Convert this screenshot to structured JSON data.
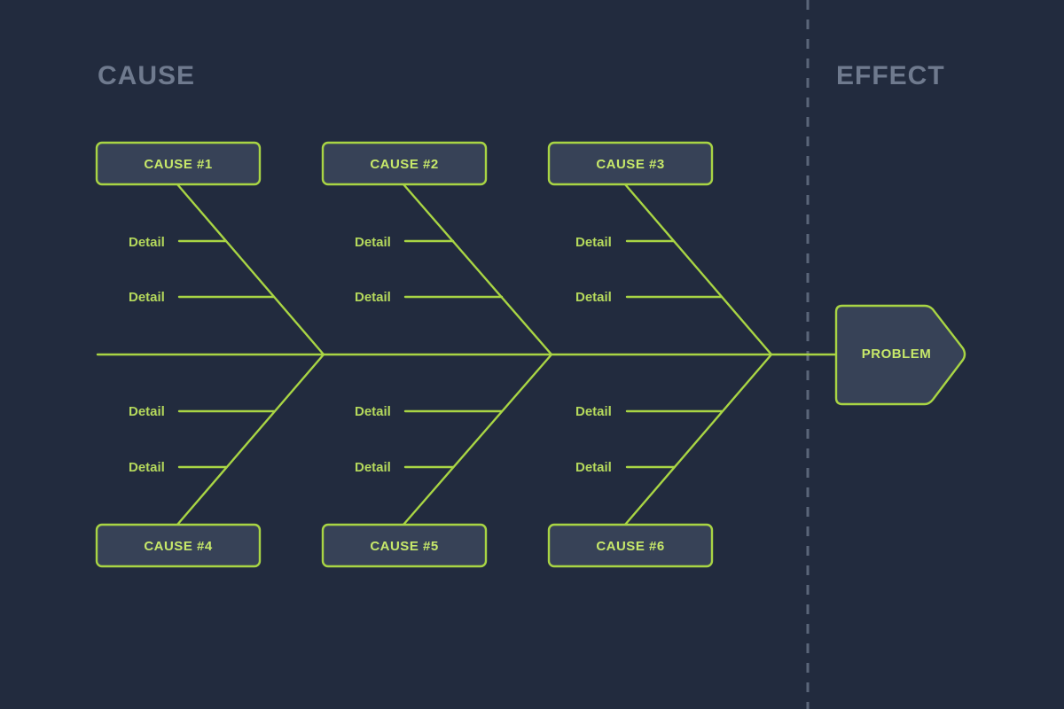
{
  "headers": {
    "cause": "CAUSE",
    "effect": "EFFECT"
  },
  "causes": [
    {
      "label": "CAUSE #1",
      "details": [
        "Detail",
        "Detail"
      ]
    },
    {
      "label": "CAUSE #2",
      "details": [
        "Detail",
        "Detail"
      ]
    },
    {
      "label": "CAUSE #3",
      "details": [
        "Detail",
        "Detail"
      ]
    },
    {
      "label": "CAUSE #4",
      "details": [
        "Detail",
        "Detail"
      ]
    },
    {
      "label": "CAUSE #5",
      "details": [
        "Detail",
        "Detail"
      ]
    },
    {
      "label": "CAUSE #6",
      "details": [
        "Detail",
        "Detail"
      ]
    }
  ],
  "problem": {
    "label": "PROBLEM"
  },
  "colors": {
    "background": "#222b3e",
    "accent": "#a9d544",
    "box_fill": "#374257",
    "header_text": "#6f7a8e",
    "divider": "#5b6679"
  }
}
